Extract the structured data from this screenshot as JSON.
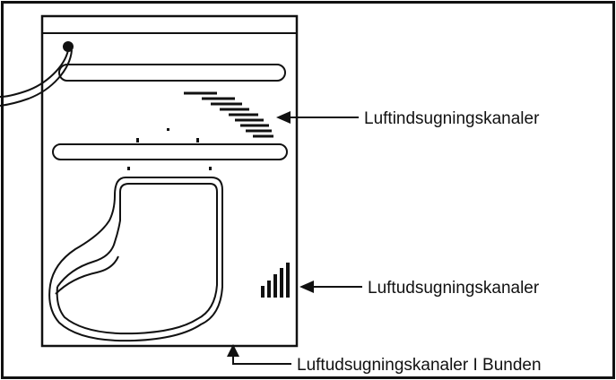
{
  "labels": {
    "intake": "Luftindsugningskanaler",
    "exhaust_side": "Luftudsugningskanaler",
    "exhaust_bottom": "Luftudsugningskanaler I Bunden"
  },
  "colors": {
    "line": "#111111",
    "background": "#ffffff"
  }
}
